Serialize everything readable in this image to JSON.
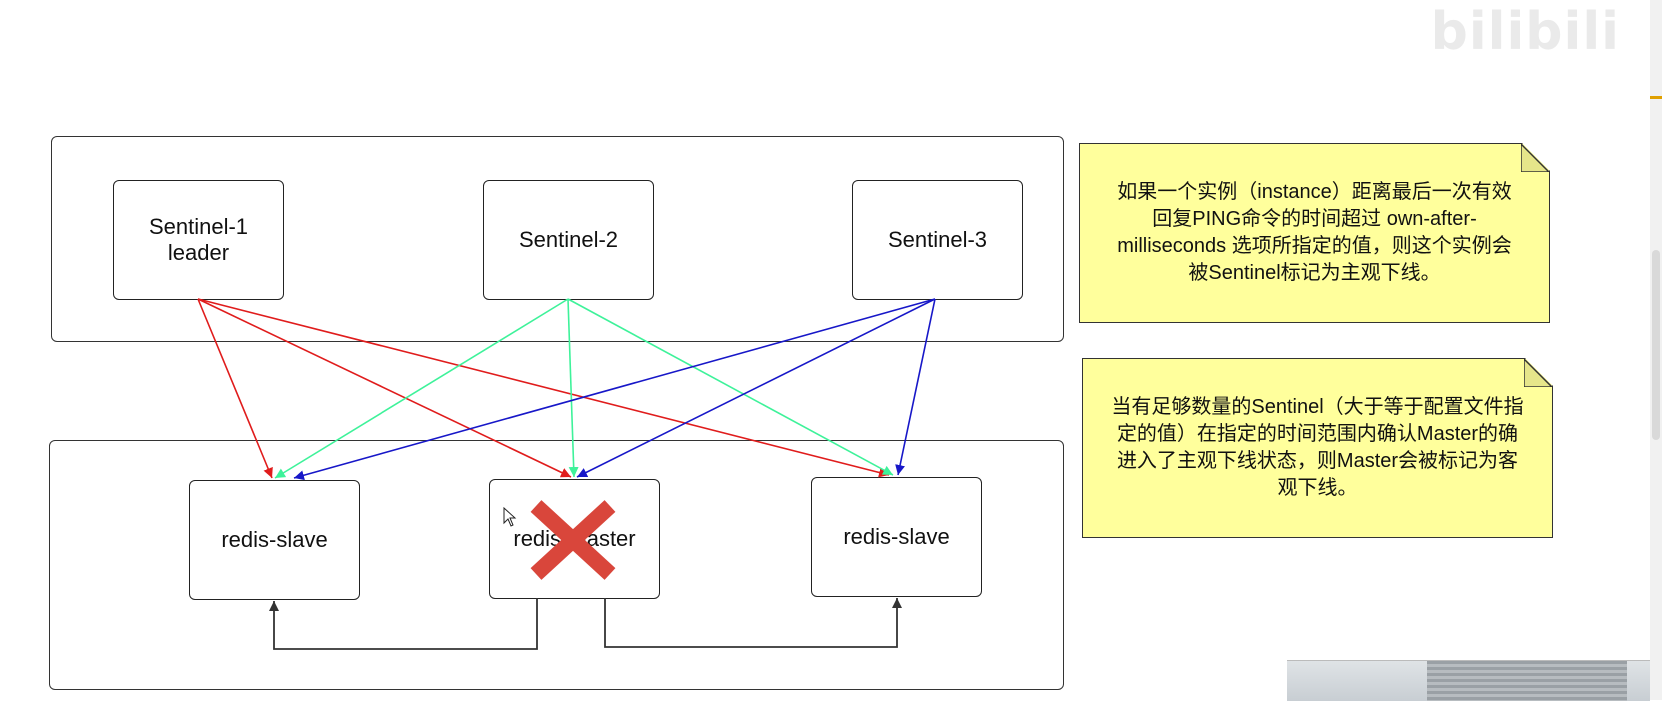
{
  "watermark": "bilibili",
  "nodes": {
    "sentinel1": {
      "line1": "Sentinel-1",
      "line2": "leader"
    },
    "sentinel2": "Sentinel-2",
    "sentinel3": "Sentinel-3",
    "slave_left": "redis-slave",
    "master": "redis-master",
    "slave_right": "redis-slave"
  },
  "notes": {
    "sdown": "如果一个实例（instance）距离最后一次有效回复PING命令的时间超过 own-after-milliseconds 选项所指定的值，则这个实例会被Sentinel标记为主观下线。",
    "odown": "当有足够数量的Sentinel（大于等于配置文件指定的值）在指定的时间范围内确认Master的确进入了主观下线状态，则Master会被标记为客观下线。"
  },
  "colors": {
    "sentinel1_arrows": "#e01c1c",
    "sentinel2_arrows": "#3ef29a",
    "sentinel3_arrows": "#1717c8",
    "replication_arrows": "#333333",
    "note_fill": "#ffff9c",
    "failed_mark": "#d9463b"
  },
  "icons": {
    "failed_master": "red-x-icon",
    "pointer": "mouse-cursor-icon"
  }
}
